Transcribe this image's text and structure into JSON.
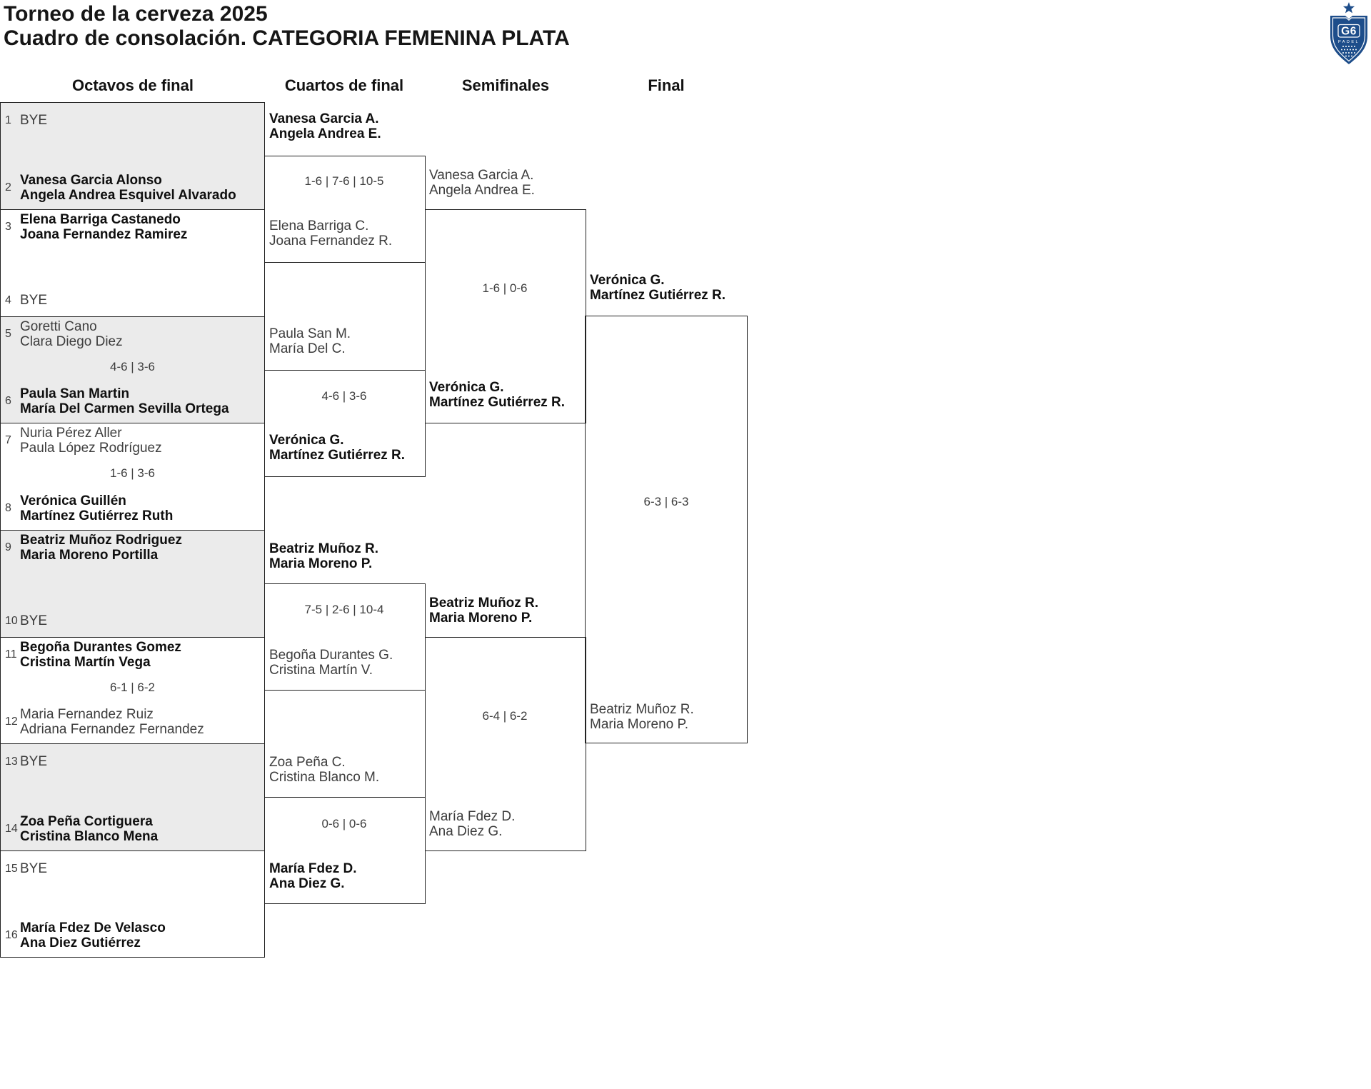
{
  "header": {
    "title_line1": "Torneo de la cerveza 2025",
    "title_line2": "Cuadro de consolación. CATEGORIA FEMENINA PLATA"
  },
  "logo": {
    "monogram": "G6",
    "subtext": "PADEL",
    "color": "#1d4d8a"
  },
  "round_headers": [
    "Octavos de final",
    "Cuartos de final",
    "Semifinales",
    "Final"
  ],
  "colors": {
    "box_fill_alt": "#ebebeb",
    "border": "#222222",
    "winner_text": "#0f0f0f",
    "normal_text": "#3d3d3d"
  },
  "octavos": [
    {
      "top": {
        "seed": "1",
        "lines": [
          "BYE"
        ],
        "bye": true,
        "winner": false
      },
      "score": "",
      "bottom": {
        "seed": "2",
        "lines": [
          "Vanesa Garcia Alonso",
          "Angela Andrea Esquivel Alvarado"
        ],
        "winner": true
      }
    },
    {
      "top": {
        "seed": "3",
        "lines": [
          "Elena Barriga Castanedo",
          "Joana Fernandez Ramirez"
        ],
        "winner": true
      },
      "score": "",
      "bottom": {
        "seed": "4",
        "lines": [
          "BYE"
        ],
        "bye": true,
        "winner": false
      }
    },
    {
      "top": {
        "seed": "5",
        "lines": [
          "Goretti Cano",
          "Clara Diego Diez"
        ],
        "winner": false
      },
      "score": "4-6 | 3-6",
      "bottom": {
        "seed": "6",
        "lines": [
          "Paula San Martin",
          "María Del Carmen Sevilla Ortega"
        ],
        "winner": true
      }
    },
    {
      "top": {
        "seed": "7",
        "lines": [
          "Nuria Pérez Aller",
          "Paula López Rodríguez"
        ],
        "winner": false
      },
      "score": "1-6 | 3-6",
      "bottom": {
        "seed": "8",
        "lines": [
          "Verónica Guillén",
          "Martínez Gutiérrez Ruth"
        ],
        "winner": true
      }
    },
    {
      "top": {
        "seed": "9",
        "lines": [
          "Beatriz Muñoz Rodriguez",
          "Maria Moreno Portilla"
        ],
        "winner": true
      },
      "score": "",
      "bottom": {
        "seed": "10",
        "lines": [
          "BYE"
        ],
        "bye": true,
        "winner": false
      }
    },
    {
      "top": {
        "seed": "11",
        "lines": [
          "Begoña Durantes Gomez",
          "Cristina Martín Vega"
        ],
        "winner": true
      },
      "score": "6-1 | 6-2",
      "bottom": {
        "seed": "12",
        "lines": [
          "Maria Fernandez Ruiz",
          "Adriana Fernandez Fernandez"
        ],
        "winner": false
      }
    },
    {
      "top": {
        "seed": "13",
        "lines": [
          "BYE"
        ],
        "bye": true,
        "winner": false
      },
      "score": "",
      "bottom": {
        "seed": "14",
        "lines": [
          "Zoa Peña Cortiguera",
          "Cristina Blanco Mena"
        ],
        "winner": true
      }
    },
    {
      "top": {
        "seed": "15",
        "lines": [
          "BYE"
        ],
        "bye": true,
        "winner": false
      },
      "score": "",
      "bottom": {
        "seed": "16",
        "lines": [
          "María Fdez De Velasco",
          "Ana Diez Gutiérrez"
        ],
        "winner": true
      }
    }
  ],
  "cuartos": [
    {
      "top": {
        "lines": [
          "Vanesa Garcia A.",
          "Angela Andrea E."
        ],
        "winner": true
      },
      "score": "1-6 | 7-6 | 10-5",
      "bottom": {
        "lines": [
          "Elena Barriga C.",
          "Joana Fernandez R."
        ],
        "winner": false
      }
    },
    {
      "top": {
        "lines": [
          "Paula San M.",
          "María Del C."
        ],
        "winner": false
      },
      "score": "4-6 | 3-6",
      "bottom": {
        "lines": [
          "Verónica G.",
          "Martínez Gutiérrez R."
        ],
        "winner": true
      }
    },
    {
      "top": {
        "lines": [
          "Beatriz Muñoz R.",
          "Maria Moreno P."
        ],
        "winner": true
      },
      "score": "7-5 | 2-6 | 10-4",
      "bottom": {
        "lines": [
          "Begoña Durantes G.",
          "Cristina Martín V."
        ],
        "winner": false
      }
    },
    {
      "top": {
        "lines": [
          "Zoa Peña C.",
          "Cristina Blanco M."
        ],
        "winner": false
      },
      "score": "0-6 | 0-6",
      "bottom": {
        "lines": [
          "María Fdez D.",
          "Ana Diez G."
        ],
        "winner": true
      }
    }
  ],
  "semifinales": [
    {
      "top": {
        "lines": [
          "Vanesa Garcia A.",
          "Angela Andrea E."
        ],
        "winner": false
      },
      "score": "1-6 | 0-6",
      "bottom": {
        "lines": [
          "Verónica G.",
          "Martínez Gutiérrez R."
        ],
        "winner": true
      }
    },
    {
      "top": {
        "lines": [
          "Beatriz Muñoz R.",
          "Maria Moreno P."
        ],
        "winner": true
      },
      "score": "6-4 | 6-2",
      "bottom": {
        "lines": [
          "María Fdez D.",
          "Ana Diez G."
        ],
        "winner": false
      }
    }
  ],
  "final": {
    "top": {
      "lines": [
        "Verónica G.",
        "Martínez Gutiérrez R."
      ],
      "winner": true
    },
    "score": "6-3 | 6-3",
    "bottom": {
      "lines": [
        "Beatriz Muñoz R.",
        "Maria Moreno P."
      ],
      "winner": false
    }
  }
}
